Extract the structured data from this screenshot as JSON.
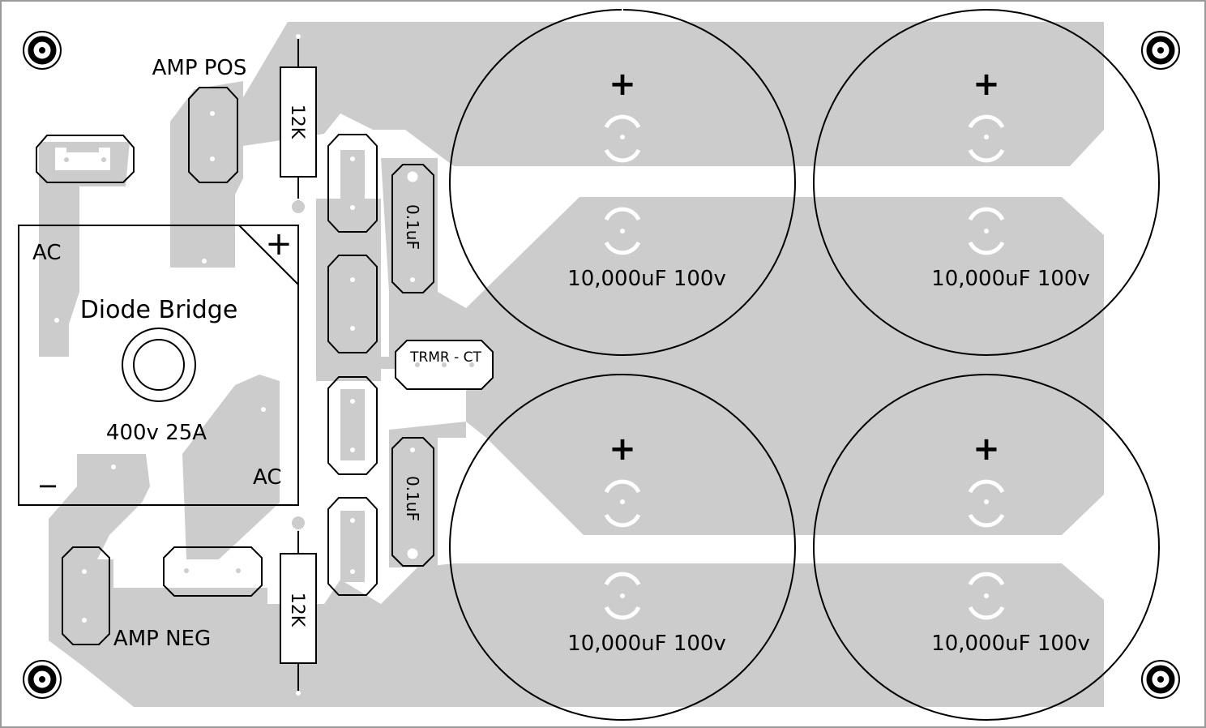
{
  "colors": {
    "copper": "#cccccc",
    "ink": "#000000",
    "background": "#ffffff",
    "pad": "#ffffff"
  },
  "labels": {
    "amp_pos": "AMP POS",
    "amp_neg": "AMP NEG",
    "ac_top": "AC",
    "ac_bottom": "AC",
    "diode_bridge": "Diode Bridge",
    "bridge_rating": "400v 25A",
    "plus_sign": "+",
    "minus_sign": "−",
    "resistor_top": "12K",
    "resistor_bottom": "12K",
    "cap_small_top": "0.1uF",
    "cap_small_bottom": "0.1uF",
    "trimmer": "TRMR - CT"
  },
  "capacitors": [
    {
      "polarity": "+",
      "value": "10,000uF 100v"
    },
    {
      "polarity": "+",
      "value": "10,000uF 100v"
    },
    {
      "polarity": "+",
      "value": "10,000uF 100v"
    },
    {
      "polarity": "+",
      "value": "10,000uF 100v"
    }
  ],
  "icons": {
    "mounting_hole": "mounting-hole-icon",
    "bridge_center_hole": "bolt-hole-icon"
  }
}
